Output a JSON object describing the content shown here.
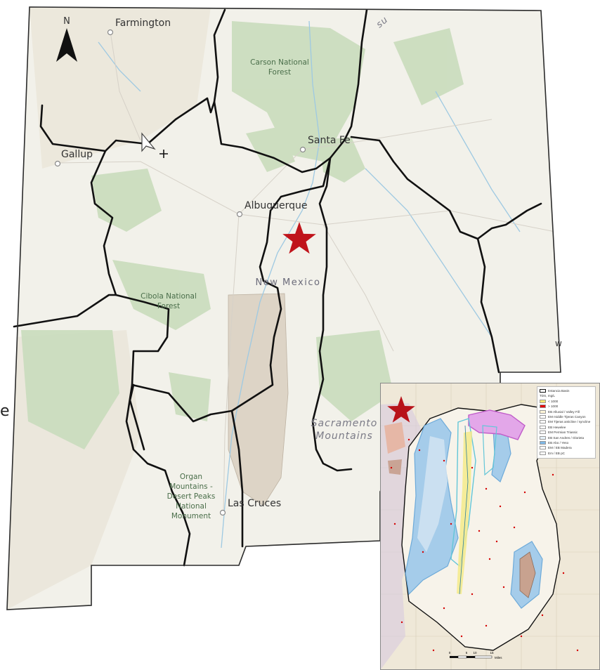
{
  "map": {
    "north_label": "N",
    "state_label": "New Mexico",
    "cities": [
      {
        "name": "Farmington"
      },
      {
        "name": "Gallup"
      },
      {
        "name": "Santa Fe"
      },
      {
        "name": "Albuquerque"
      },
      {
        "name": "Las Cruces"
      }
    ],
    "features": {
      "carson_line1": "Carson National",
      "carson_line2": "Forest",
      "cibola_line1": "Cibola National",
      "cibola_line2": "Forest",
      "organ_line1": "Organ",
      "organ_line2": "Mountains -",
      "organ_line3": "Desert Peaks",
      "organ_line4": "National",
      "organ_line5": "Monument",
      "sacramento_line1": "Sacramento",
      "sacramento_line2": "Mountains"
    },
    "edge_fragments": {
      "top": "su",
      "right": "w",
      "left": "e"
    },
    "colors": {
      "boundary": "#111111",
      "star": "#c0141b",
      "forest": "#c9dcbc",
      "water": "#9ec9e2"
    }
  },
  "inset": {
    "legend": {
      "title": "Estancia Basin",
      "subtitle": "TDS, mg/L",
      "items": [
        {
          "label": "< 1000",
          "color": "#f5e66e"
        },
        {
          "label": "> 1000",
          "color": "#e00000"
        },
        {
          "label": "EB Alluvial / Valley Fill",
          "color": "#fff6d8"
        },
        {
          "label": "EM middle Tijeras Canyon",
          "color": "#ffffff"
        },
        {
          "label": "EM Tijeras anticline / syncline",
          "color": "#ffffff"
        },
        {
          "label": "EB Hewelee",
          "color": "#ffffff"
        },
        {
          "label": "EM Permian Triassic",
          "color": "#ffffff"
        },
        {
          "label": "EB San Andres / Glorieta",
          "color": "#e8f4fb"
        },
        {
          "label": "EB Abo / Yeso",
          "color": "#7fb8e6"
        },
        {
          "label": "EM / EB Madera",
          "color": "#ffffff"
        },
        {
          "label": "Em / EB pC",
          "color": "#ffffff"
        }
      ]
    },
    "scale": {
      "ticks": [
        "0",
        "5",
        "10",
        "15"
      ],
      "unit": "Miles"
    }
  }
}
